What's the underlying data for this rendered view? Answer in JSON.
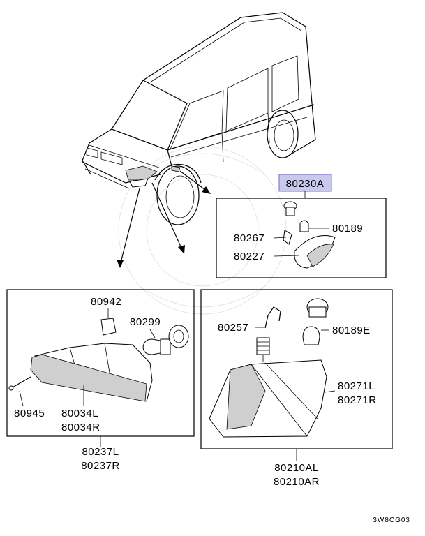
{
  "labels": {
    "p80230a": "80230A",
    "p80189": "80189",
    "p80267": "80267",
    "p80227": "80227",
    "p80942": "80942",
    "p80299": "80299",
    "p80945": "80945",
    "p80034l": "80034L",
    "p80034r": "80034R",
    "p80237l": "80237L",
    "p80237r": "80237R",
    "p80257": "80257",
    "p80189e": "80189E",
    "p80271l": "80271L",
    "p80271r": "80271R",
    "p80210al": "80210AL",
    "p80210ar": "80210AR"
  },
  "code": "3W8CG03",
  "colors": {
    "highlight_fill": "#c9c9ee",
    "highlight_border": "#6f6fc9",
    "line": "#000000"
  }
}
